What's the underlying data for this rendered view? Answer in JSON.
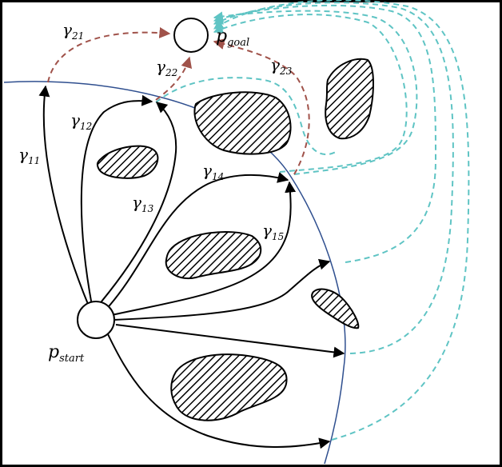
{
  "diagram": {
    "nodes": {
      "start": {
        "main": "p",
        "sub": "start"
      },
      "goal": {
        "main": "p",
        "sub": "goal"
      }
    },
    "edge_labels": {
      "g11": {
        "main": "γ",
        "sub": "11"
      },
      "g12": {
        "main": "γ",
        "sub": "12"
      },
      "g13": {
        "main": "γ",
        "sub": "13"
      },
      "g14": {
        "main": "γ",
        "sub": "14"
      },
      "g15": {
        "main": "γ",
        "sub": "15"
      },
      "g21": {
        "main": "γ",
        "sub": "21"
      },
      "g22": {
        "main": "γ",
        "sub": "22"
      },
      "g23": {
        "main": "γ",
        "sub": "23"
      }
    },
    "colors": {
      "path_black": "#000000",
      "path_red_dashed": "#a0524a",
      "path_teal_dashed": "#5fc4c4",
      "horizon_arc": "#2f4f8f",
      "obstacle_fill": "#ffffff",
      "frame": "#000000"
    }
  }
}
